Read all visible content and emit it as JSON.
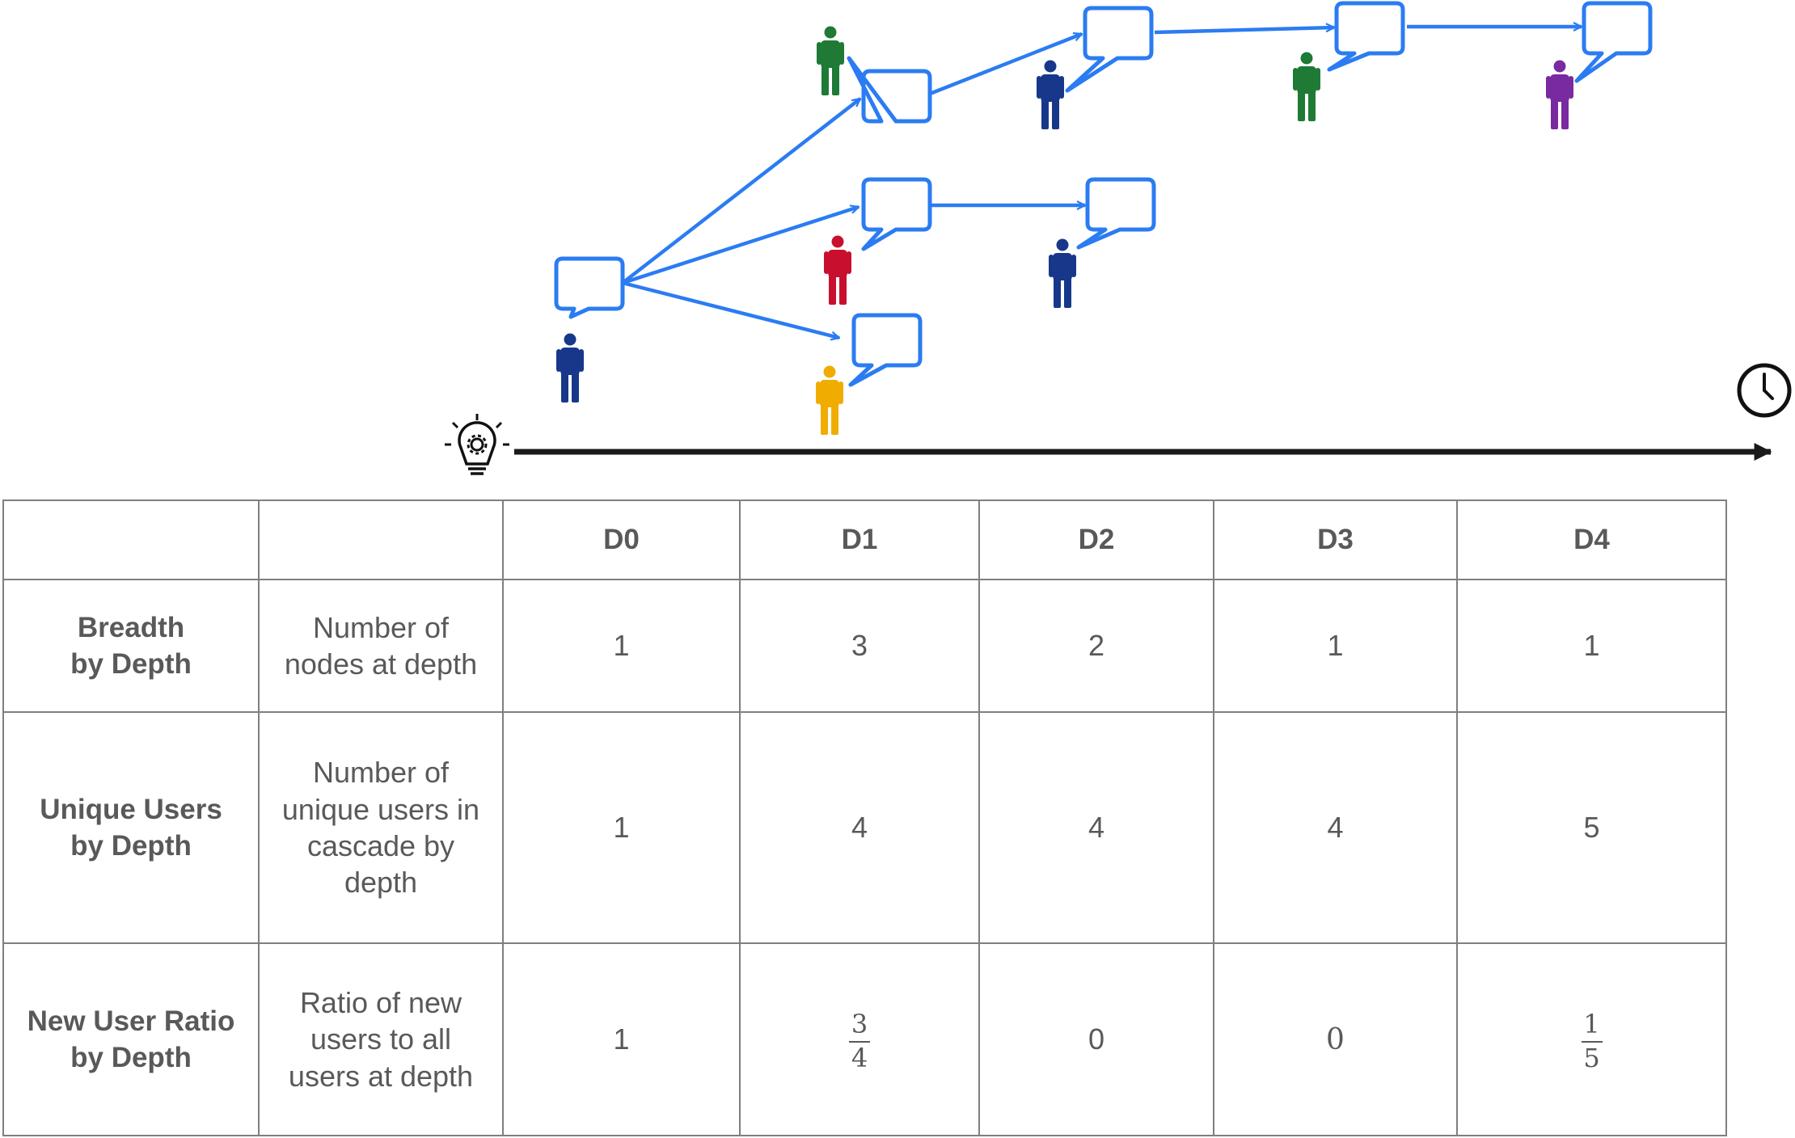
{
  "diagram": {
    "accent_color": "#2b7cf2",
    "axis_color": "#1a1a1a",
    "user_colors": {
      "navy": "#17388a",
      "green": "#1e7a35",
      "red": "#c8102e",
      "yellow": "#f0ac00",
      "purple": "#7a2aa0"
    },
    "start_icon": "lightbulb-gear-icon",
    "end_icon": "clock-icon"
  },
  "table": {
    "headers": [
      "",
      "",
      "D0",
      "D1",
      "D2",
      "D3",
      "D4"
    ],
    "rows": [
      {
        "metric": [
          "Breadth",
          "by Depth"
        ],
        "description": [
          "Number of",
          "nodes at depth"
        ],
        "values": [
          "1",
          "3",
          "2",
          "1",
          "1"
        ]
      },
      {
        "metric": [
          "Unique Users",
          "by Depth"
        ],
        "description": [
          "Number of",
          "unique users in",
          "cascade by",
          "depth"
        ],
        "values": [
          "1",
          "4",
          "4",
          "4",
          "5"
        ]
      },
      {
        "metric": [
          "New User Ratio",
          "by Depth"
        ],
        "description": [
          "Ratio of new",
          "users to all",
          "users at depth"
        ],
        "values": [
          "1",
          {
            "num": "3",
            "den": "4"
          },
          "0",
          "0",
          {
            "num": "1",
            "den": "5"
          }
        ]
      }
    ]
  }
}
